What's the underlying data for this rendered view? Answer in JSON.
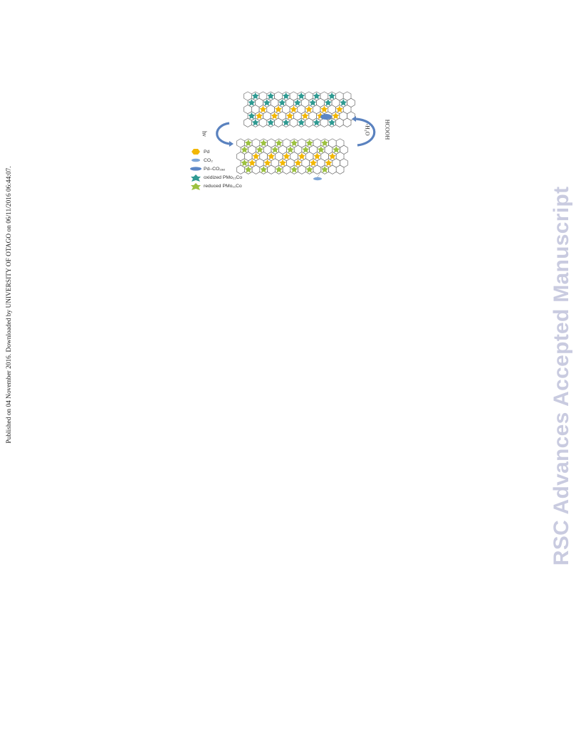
{
  "side_note": "Published on 04 November 2016. Downloaded by UNIVERSITY OF OTAGO on 06/11/2016 06:44:07.",
  "watermark": {
    "text": "RSC Advances Accepted Manuscript",
    "color": "#c9cbe0"
  },
  "figure": {
    "legend": [
      {
        "label": "Pd",
        "swatch": "pd",
        "color": "#f2b705"
      },
      {
        "label": "CO₂",
        "swatch": "co2",
        "color": "#7ea6d8"
      },
      {
        "label": "Pd–CO₂ₐₑ",
        "swatch": "pd-co2",
        "color": "#5b86c6"
      },
      {
        "label": "oxidized PMo₁₁Co",
        "swatch": "oxidized",
        "color": "#3aa39a"
      },
      {
        "label": "reduced PMo₁₁Co",
        "swatch": "reduced",
        "color": "#a8c84a"
      }
    ],
    "cycle_labels": {
      "left": "hv",
      "right_top": "-H₂O",
      "right_bottom": "HCOOH"
    },
    "colors": {
      "hex_stroke": "#555555",
      "arrow": "#5a82bf",
      "pd": "#f2b705",
      "oxidized": "#2f9a92",
      "reduced": "#9cc140"
    }
  }
}
